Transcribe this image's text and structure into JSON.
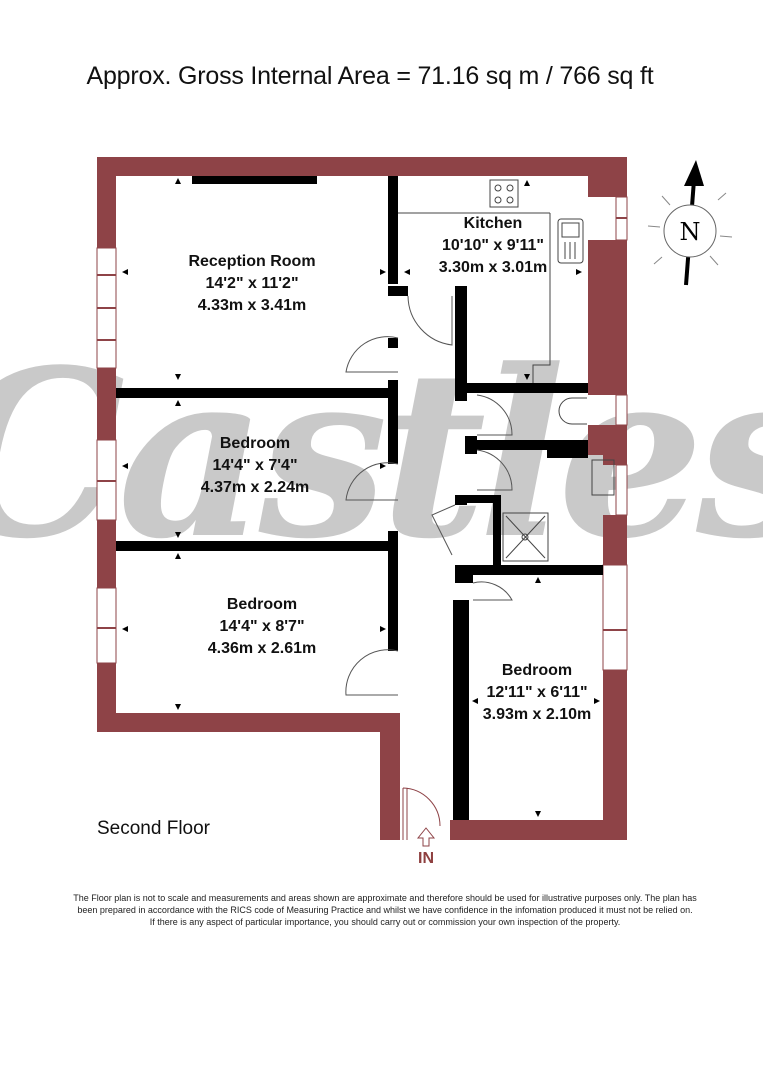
{
  "header": {
    "title": "Approx. Gross Internal  Area = 71.16 sq m / 766 sq ft"
  },
  "compass": {
    "icon": "north-arrow-icon",
    "label": "N"
  },
  "colors": {
    "external_wall": "#8e4347",
    "internal_wall": "#000000",
    "watermark": "#c8c8c8",
    "entrance": "#8e3f3f"
  },
  "watermark": {
    "text": "Castles"
  },
  "rooms": [
    {
      "name": "Reception Room",
      "imperial": "14'2\" x 11'2\"",
      "metric": "4.33m x 3.41m"
    },
    {
      "name": "Kitchen",
      "imperial": "10'10\" x 9'11\"",
      "metric": "3.30m x 3.01m"
    },
    {
      "name": "Bedroom",
      "imperial": "14'4\" x 7'4\"",
      "metric": "4.37m x 2.24m"
    },
    {
      "name": "Bedroom",
      "imperial": "14'4\" x 8'7\"",
      "metric": "4.36m x 2.61m"
    },
    {
      "name": "Bedroom",
      "imperial": "12'11\" x 6'11\"",
      "metric": "3.93m x 2.10m"
    }
  ],
  "floor": {
    "label": "Second Floor"
  },
  "entrance": {
    "label": "IN",
    "icon": "entrance-arrow-icon"
  },
  "footer": {
    "disclaimer_line1": "The Floor plan is not to scale and measurements and areas shown are approximate and therefore should be used for illustrative purposes only. The plan has",
    "disclaimer_line2": "been prepared in accordance with the RICS code of Measuring Practice and whilst we have confidence in the infomation produced it must not be relied on.",
    "disclaimer_line3": "If there is any aspect of particular importance, you should carry out or commission your own inspection of the property."
  }
}
